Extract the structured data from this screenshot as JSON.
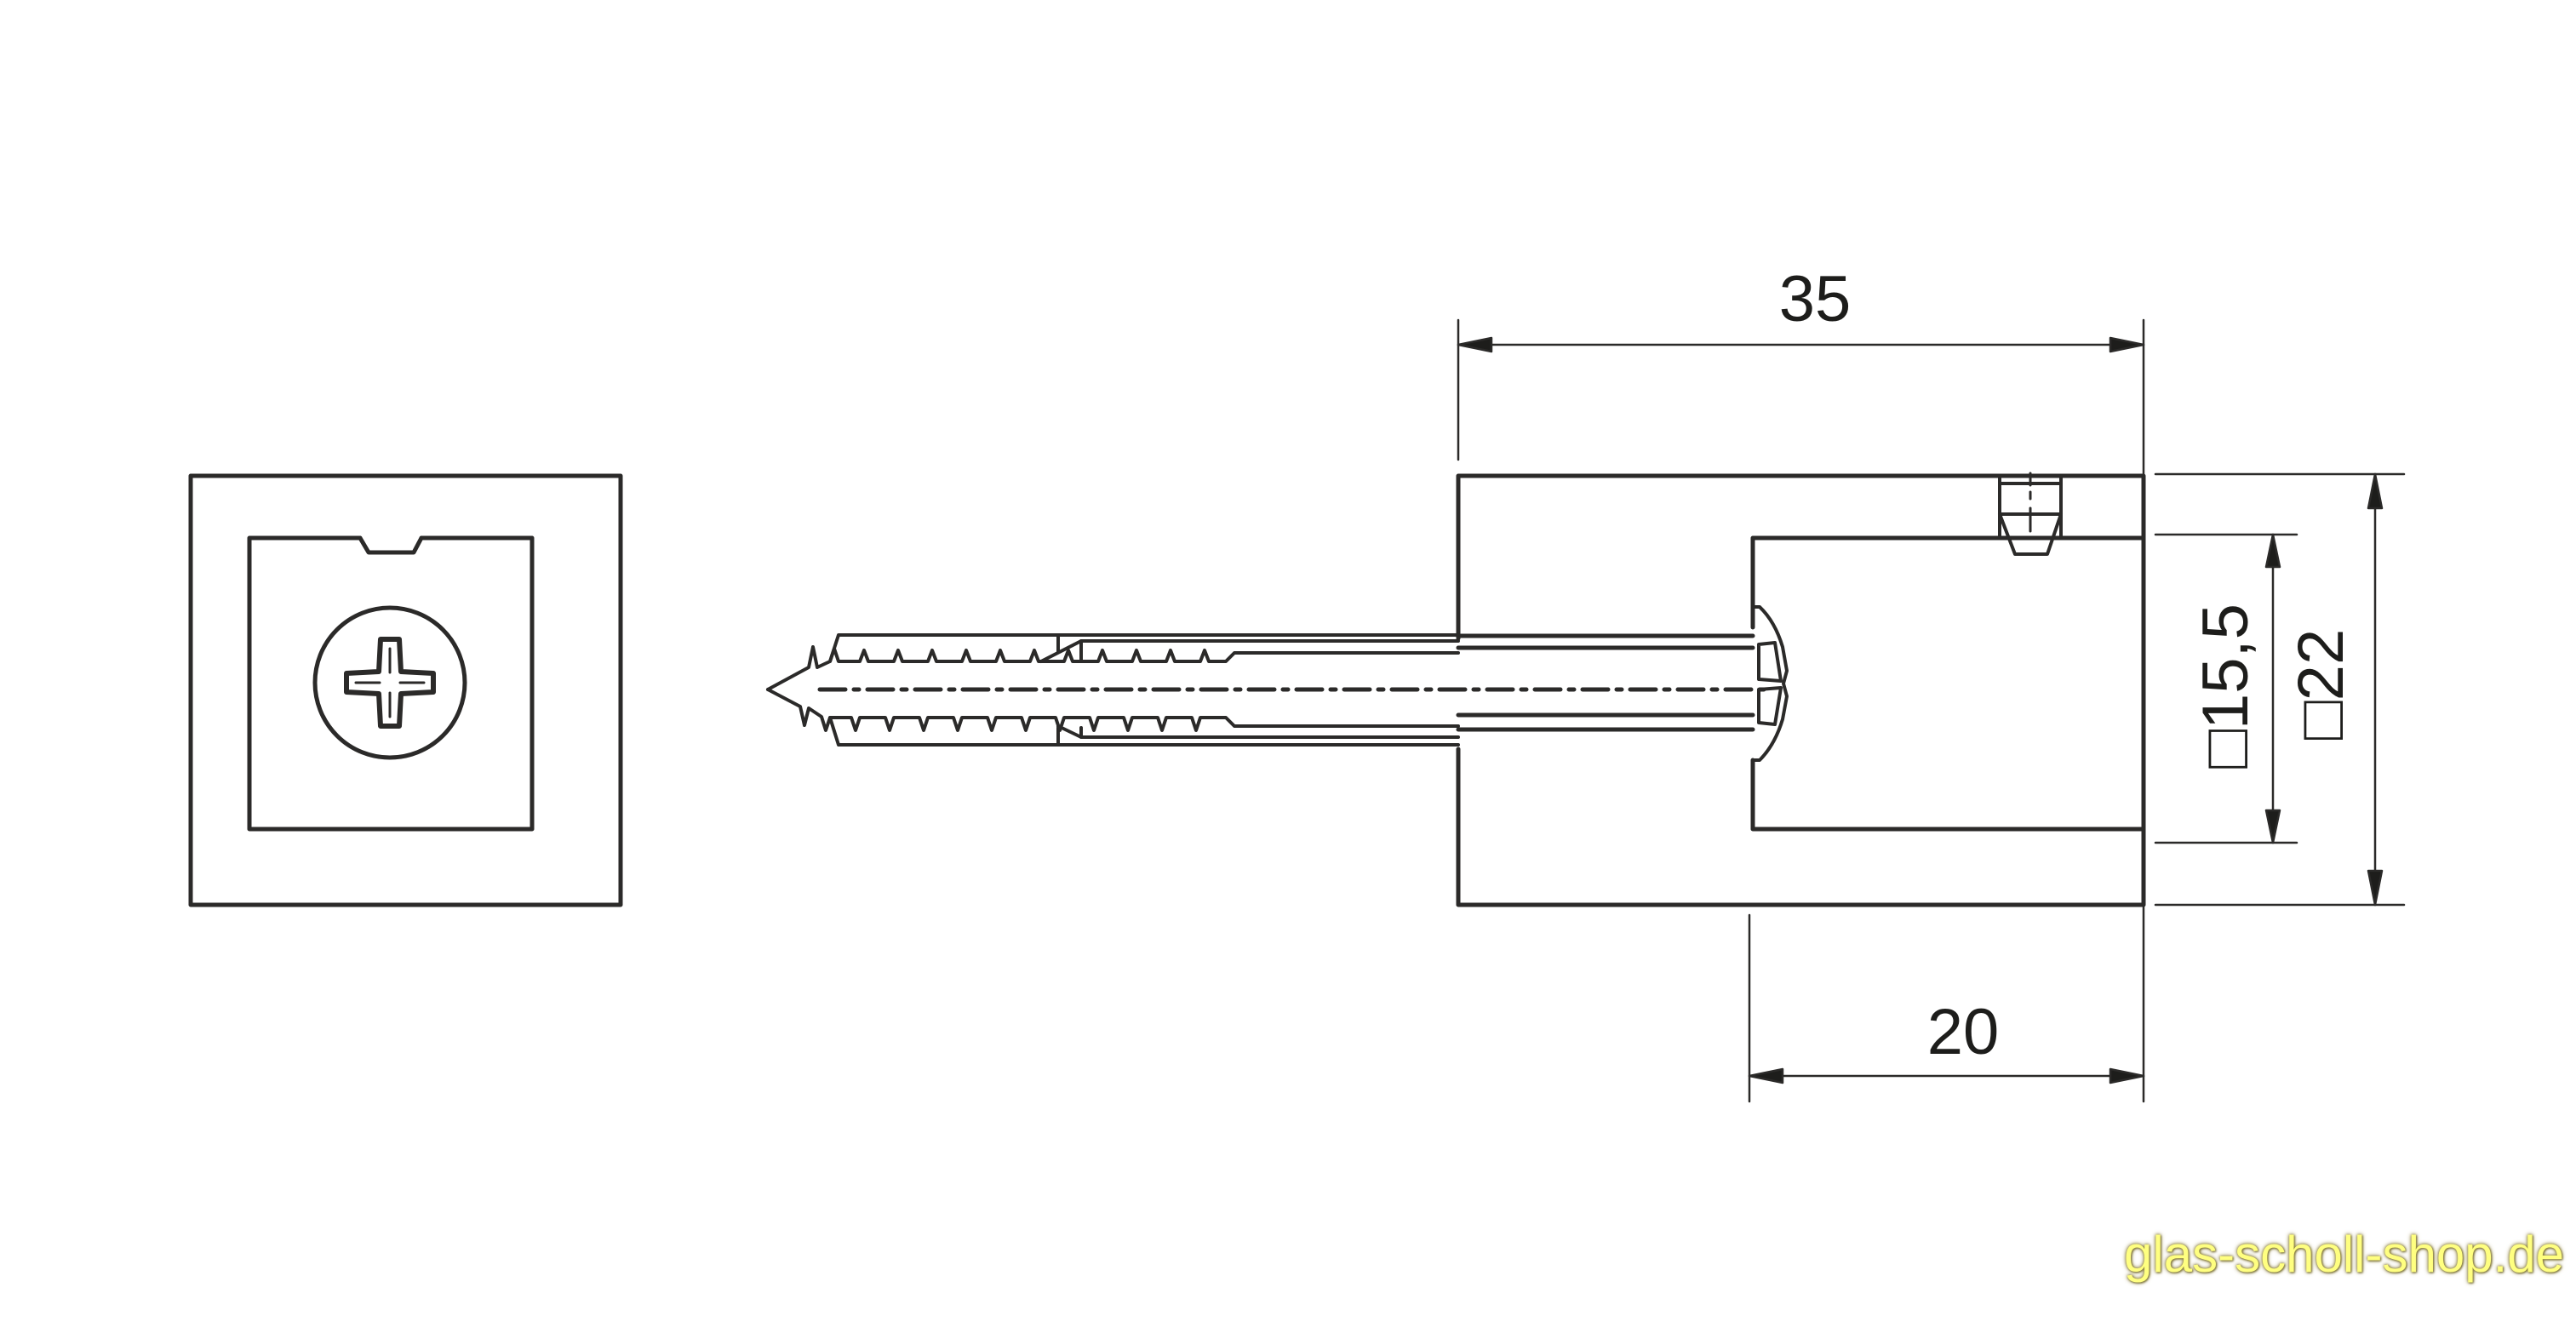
{
  "drawing": {
    "title": "Glass clamp / spacer technical drawing",
    "line_color": "#2b2a29",
    "views": [
      {
        "name": "front-view",
        "description": "Square holder with Phillips screw head"
      },
      {
        "name": "side-section-view",
        "description": "Holder block with screw and wall plug"
      }
    ],
    "dimensions": {
      "length_total": "35",
      "length_cap": "20",
      "inner_square": "□15,5",
      "outer_square": "□22"
    }
  },
  "watermark": {
    "text": "glas-scholl-shop.de",
    "color": "#ffff80"
  }
}
